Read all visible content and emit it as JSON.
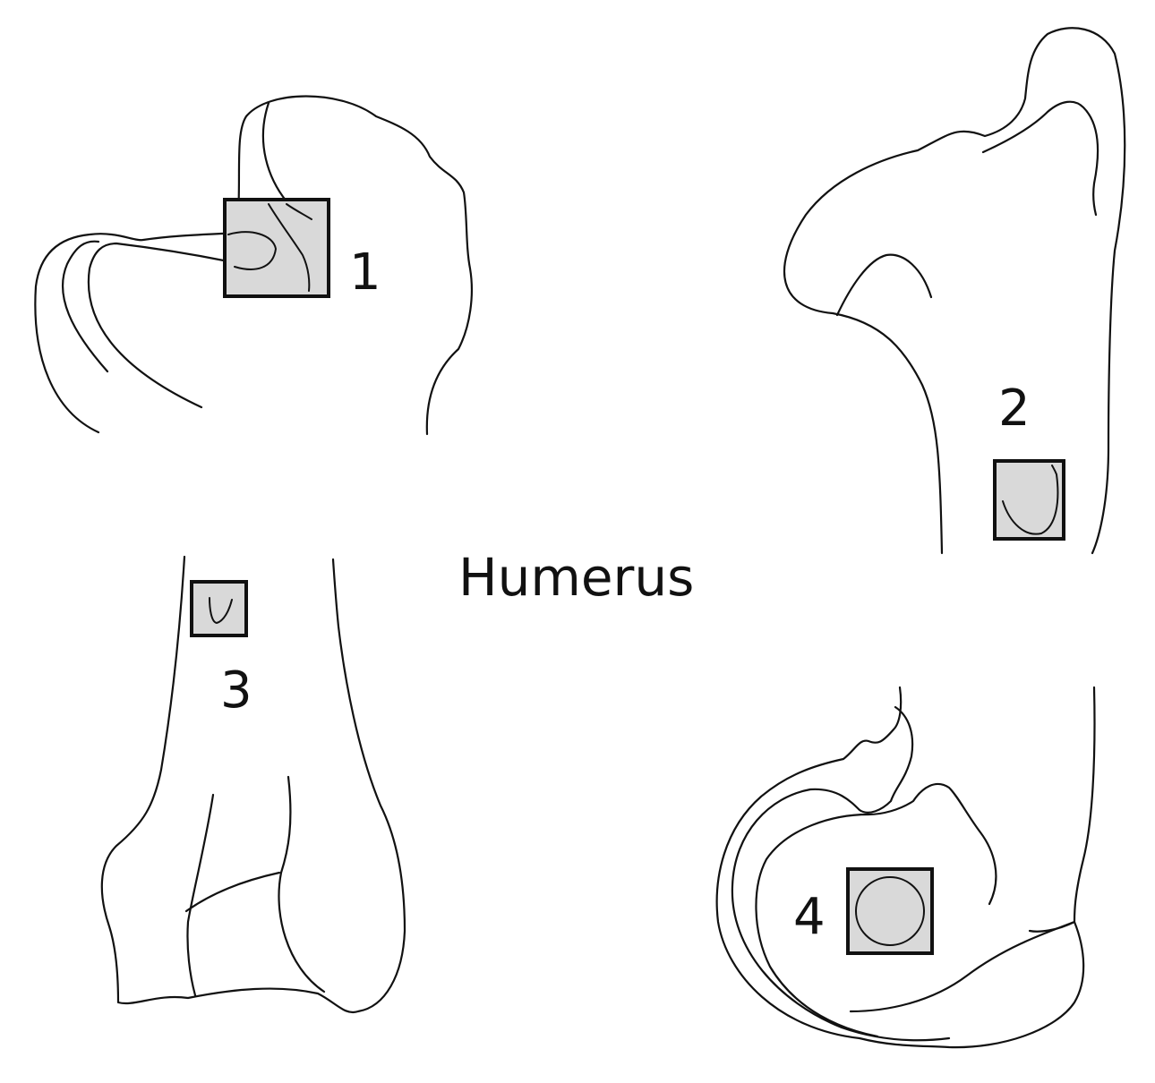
{
  "title": "Humerus",
  "views": [
    {
      "number": "1"
    },
    {
      "number": "2"
    },
    {
      "number": "3"
    },
    {
      "number": "4"
    }
  ],
  "colors": {
    "outline": "#111111",
    "mark_fill": "#d9d9d9",
    "background": "#ffffff"
  }
}
